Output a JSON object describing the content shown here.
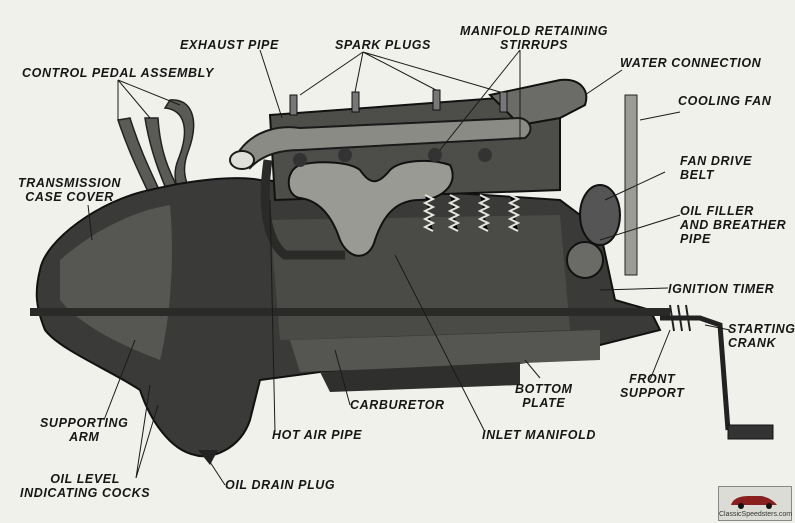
{
  "colors": {
    "background": "#f1f1ec",
    "ink": "#161616",
    "engine_body": "#3a3a38",
    "engine_light": "#6e6e6a"
  },
  "labels": {
    "exhaust_pipe": "EXHAUST PIPE",
    "spark_plugs": "SPARK PLUGS",
    "manifold_retaining_stirrups": "MANIFOLD RETAINING\nSTIRRUPS",
    "water_connection": "WATER CONNECTION",
    "control_pedal_assembly": "CONTROL PEDAL ASSEMBLY",
    "cooling_fan": "COOLING FAN",
    "fan_drive_belt": "FAN DRIVE\nBELT",
    "transmission_case_cover": "TRANSMISSION\nCASE COVER",
    "oil_filler_breather_pipe": "OIL FILLER\nAND BREATHER\nPIPE",
    "ignition_timer": "IGNITION TIMER",
    "starting_crank": "STARTING\nCRANK",
    "front_support": "FRONT\nSUPPORT",
    "bottom_plate": "BOTTOM\nPLATE",
    "carburetor": "CARBURETOR",
    "supporting_arm": "SUPPORTING\nARM",
    "hot_air_pipe": "HOT AIR PIPE",
    "inlet_manifold": "INLET MANIFOLD",
    "oil_level_indicating_cocks": "OIL LEVEL\nINDICATING COCKS",
    "oil_drain_plug": "OIL DRAIN PLUG"
  },
  "watermark": {
    "text": "ClassicSpeedsters.com"
  }
}
